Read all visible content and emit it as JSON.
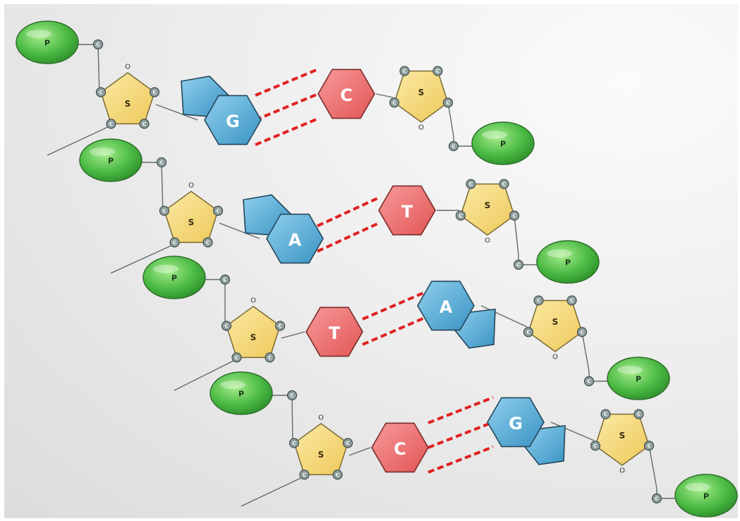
{
  "labels": {
    "phosphate": "P",
    "sugar": "S",
    "carbon": "C",
    "oxygen": "O"
  },
  "base_pairs": [
    {
      "left": "G",
      "right": "C",
      "hydrogen_bonds": 3
    },
    {
      "left": "A",
      "right": "T",
      "hydrogen_bonds": 2
    },
    {
      "left": "T",
      "right": "A",
      "hydrogen_bonds": 2
    },
    {
      "left": "C",
      "right": "G",
      "hydrogen_bonds": 3
    }
  ],
  "colors": {
    "phosphate": "#4cbb45",
    "sugar": "#f2d56c",
    "purine": "#4aa3cf",
    "pyrimidine": "#ee6a6a",
    "hydrogen_bond": "#e02020",
    "carbon_node": "#8a9a9a"
  }
}
